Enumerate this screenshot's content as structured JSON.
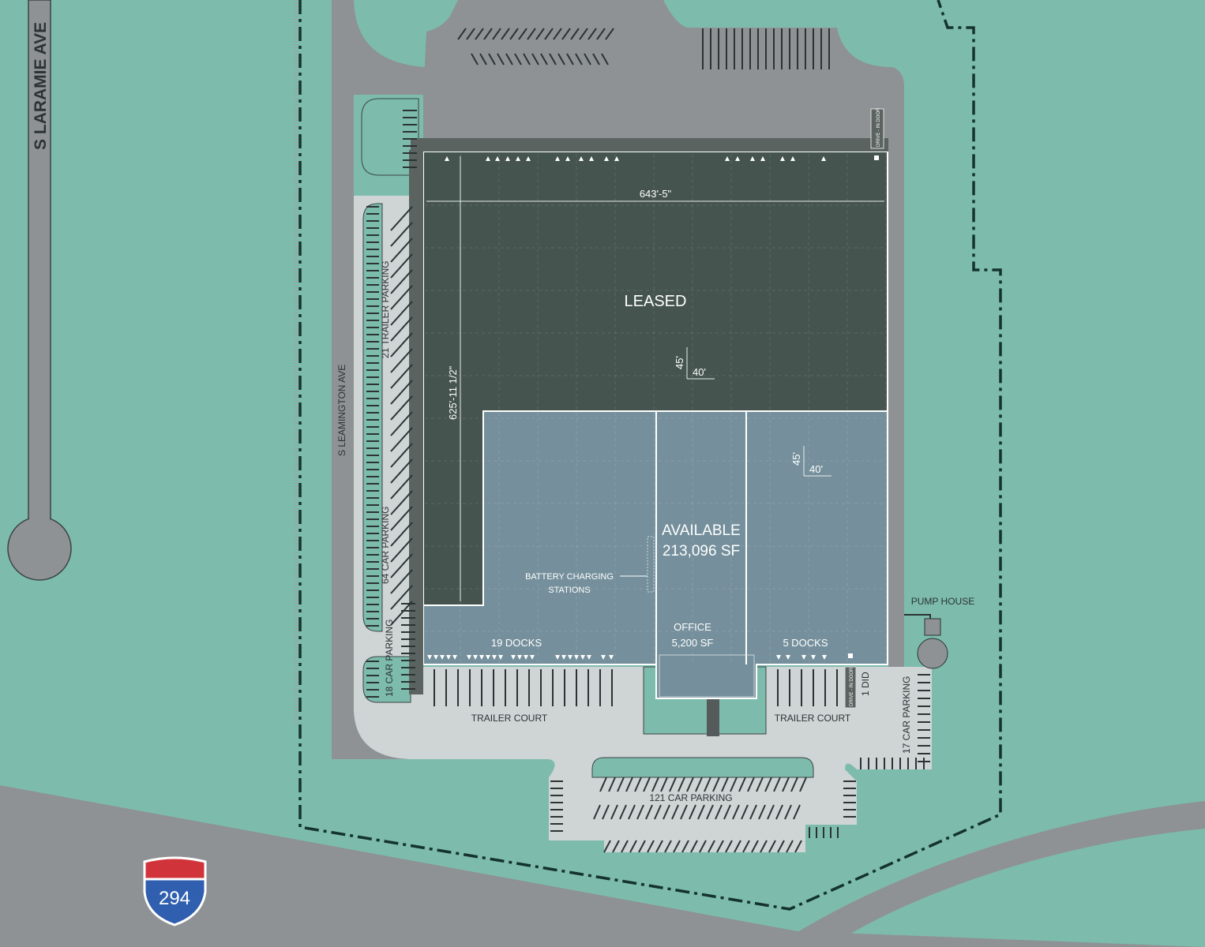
{
  "colors": {
    "grass": "#7dbcad",
    "road": "#8e9294",
    "pavement": "#cfd4d5",
    "leased": "#45544f",
    "available": "#75909c",
    "boundary": "#14332c",
    "shield_red": "#d0343a",
    "shield_blue": "#2f5fae"
  },
  "roads": {
    "laramie": "S LARAMIE AVE",
    "leamington": "S LEAMINGTON AVE",
    "interstate": "294"
  },
  "building": {
    "leased_label": "LEASED",
    "available_label": "AVAILABLE",
    "available_sf": "213,096 SF",
    "width_dim": "643'-5\"",
    "depth_dim": "625'-11 1/2\"",
    "bay_depth": "45'",
    "bay_width": "40'",
    "battery_label_1": "BATTERY CHARGING",
    "battery_label_2": "STATIONS",
    "office_label": "OFFICE",
    "office_sf": "5,200 SF",
    "docks_west": "19 DOCKS",
    "docks_east": "5 DOCKS",
    "drive_in_door": "DRIVE - IN DOOR",
    "did": "1 DID"
  },
  "site": {
    "trailer_parking": "21 TRAILER PARKING",
    "car_parking_64": "64 CAR PARKING",
    "car_parking_18": "18 CAR PARKING",
    "car_parking_17": "17 CAR PARKING",
    "car_parking_121": "121 CAR PARKING",
    "trailer_court_west": "TRAILER COURT",
    "trailer_court_east": "TRAILER COURT",
    "pump_house": "PUMP HOUSE"
  }
}
